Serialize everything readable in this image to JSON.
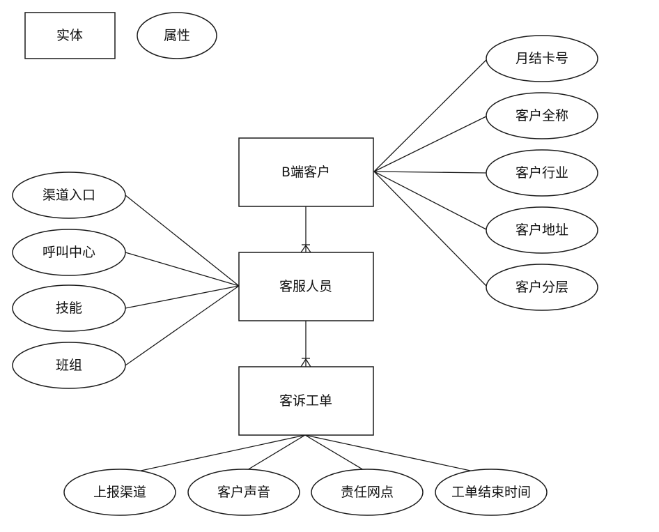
{
  "legend": {
    "entity_label": "实体",
    "attribute_label": "属性"
  },
  "entities": {
    "b_customer": "B端客户",
    "service_staff": "客服人员",
    "complaint_ticket": "客诉工单"
  },
  "attributes": {
    "b_customer": [
      "月结卡号",
      "客户全称",
      "客户行业",
      "客户地址",
      "客户分层"
    ],
    "service_staff": [
      "渠道入口",
      "呼叫中心",
      "技能",
      "班组"
    ],
    "complaint_ticket": [
      "上报渠道",
      "客户声音",
      "责任网点",
      "工单结束时间"
    ]
  },
  "relationships": [
    {
      "from": "service_staff",
      "to": "b_customer",
      "notation": "one-to-many"
    },
    {
      "from": "complaint_ticket",
      "to": "service_staff",
      "notation": "one-to-many"
    }
  ]
}
